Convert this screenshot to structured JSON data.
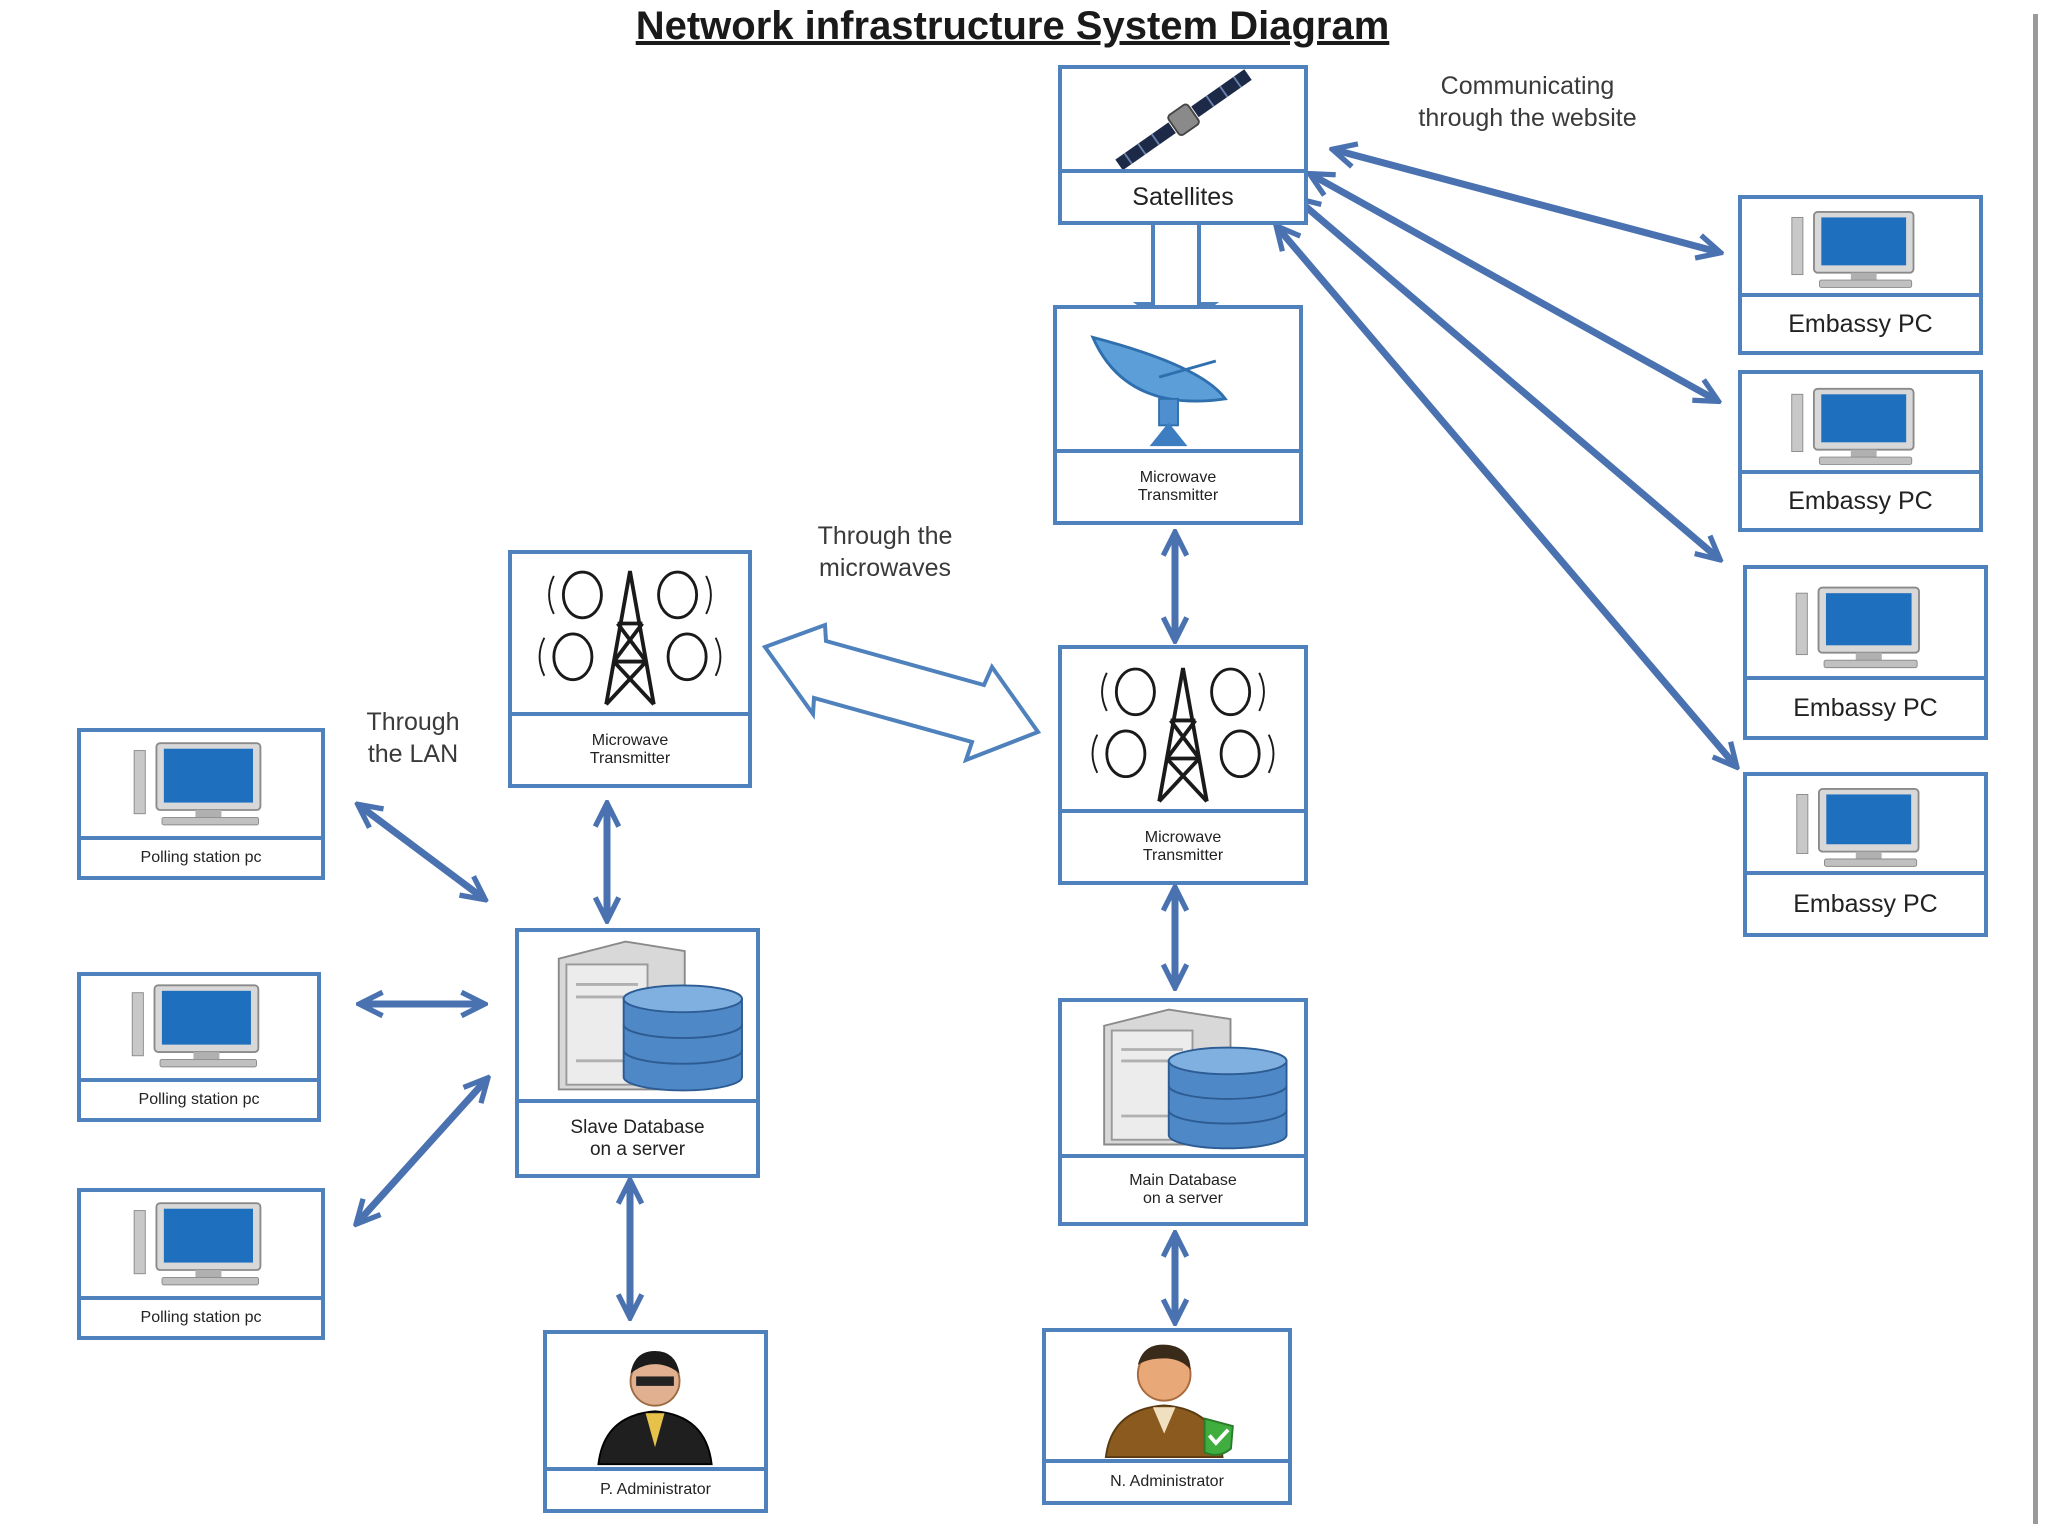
{
  "title": "Network infrastructure System Diagram",
  "notes": {
    "website": "Communicating\nthrough the website",
    "microwaves": "Through the\nmicrowaves",
    "lan": "Through\nthe LAN"
  },
  "nodes": {
    "satellites": "Satellites",
    "mw_top": "Microwave\nTransmitter",
    "mw_center": "Microwave\nTransmitter",
    "mw_left": "Microwave\nTransmitter",
    "main_db": "Main Database\non a server",
    "slave_db": "Slave Database\non a server",
    "n_admin": "N. Administrator",
    "p_admin": "P. Administrator",
    "embassy": [
      "Embassy PC",
      "Embassy PC",
      "Embassy PC",
      "Embassy PC"
    ],
    "polling": [
      "Polling station pc",
      "Polling station pc",
      "Polling station pc"
    ]
  },
  "colors": {
    "accent": "#4f81bd",
    "arrow": "#4a72b0"
  },
  "icons": {
    "satellites": "satellite-icon",
    "mw_top": "satellite-dish-icon",
    "mw_center": "radio-tower-icon",
    "mw_left": "radio-tower-icon",
    "main_db": "database-server-icon",
    "slave_db": "database-server-icon",
    "n_admin": "administrator-shield-icon",
    "p_admin": "administrator-icon",
    "pc": "desktop-computer-icon"
  }
}
